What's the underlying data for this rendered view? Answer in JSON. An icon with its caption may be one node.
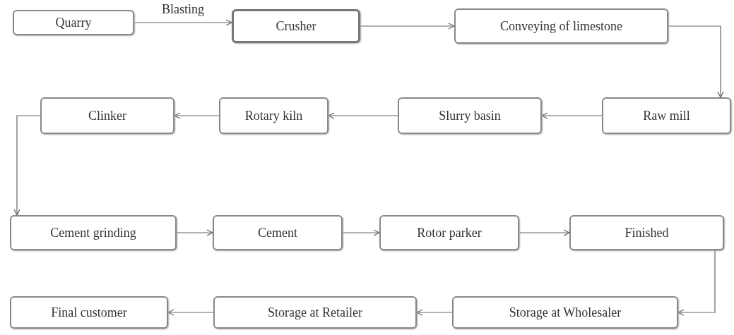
{
  "diagram": {
    "nodes": [
      {
        "text": [
          "Quarry"
        ]
      },
      {
        "text": [
          "Crusher"
        ]
      },
      {
        "text": [
          "Conveying of limestone"
        ]
      },
      {
        "text": [
          "Raw mill"
        ]
      },
      {
        "text": [
          "Slurry basin"
        ]
      },
      {
        "text": [
          "Rotary kiln"
        ]
      },
      {
        "text": [
          "Clinker"
        ]
      },
      {
        "text": [
          "Cement grinding"
        ]
      },
      {
        "text": [
          "Cement"
        ]
      },
      {
        "text": [
          "Rotor parker"
        ]
      },
      {
        "text": [
          "Finished"
        ]
      },
      {
        "text": [
          "Storage at Wholesaler"
        ]
      },
      {
        "text": [
          "Storage at Retailer"
        ]
      },
      {
        "text": [
          "Final customer"
        ]
      }
    ],
    "edges": [
      {
        "from": 0,
        "to": 1,
        "arrow": "to",
        "label": "Blasting"
      },
      {
        "from": 1,
        "to": 2,
        "arrow": "to"
      },
      {
        "from": 2,
        "to": 3,
        "arrow": "to"
      },
      {
        "from": 3,
        "to": 4,
        "arrow": "to"
      },
      {
        "from": 4,
        "to": 5,
        "arrow": "to"
      },
      {
        "from": 5,
        "to": 6,
        "arrow": "to"
      },
      {
        "from": 6,
        "to": 7,
        "arrow": "to"
      },
      {
        "from": 7,
        "to": 8,
        "arrow": "to"
      },
      {
        "from": 8,
        "to": 9,
        "arrow": "to"
      },
      {
        "from": 9,
        "to": 10,
        "arrow": "to"
      },
      {
        "from": 10,
        "to": 11,
        "arrow": "to"
      },
      {
        "from": 11,
        "to": 12,
        "arrow": "to"
      },
      {
        "from": 12,
        "to": 13,
        "arrow": "to"
      }
    ]
  }
}
